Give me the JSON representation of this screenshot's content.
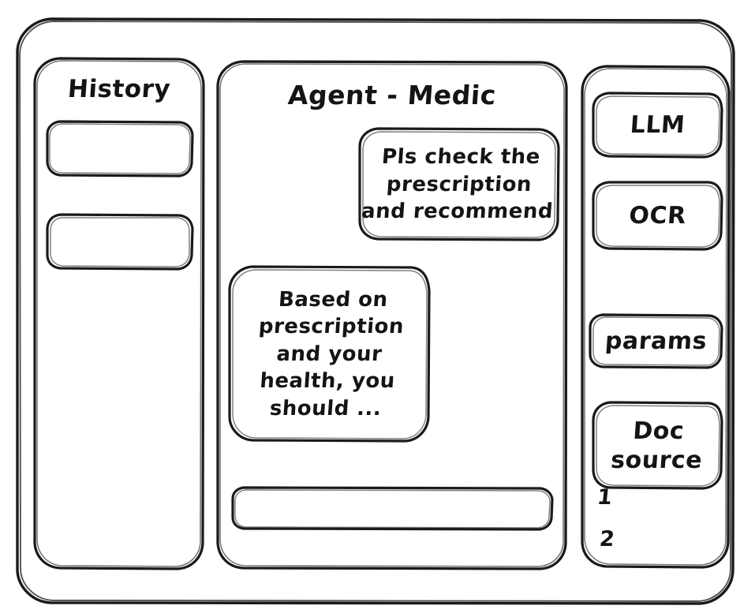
{
  "window": {
    "name": "wireframe-window"
  },
  "history_panel": {
    "title": "History",
    "items": [
      {
        "label": ""
      },
      {
        "label": ""
      }
    ]
  },
  "main_panel": {
    "title": "Agent - Medic",
    "messages": [
      {
        "role": "user",
        "lines": [
          "Pls check the",
          "prescription",
          "and recommend"
        ]
      },
      {
        "role": "agent",
        "lines": [
          "Based on",
          "prescription",
          "and your",
          "health, you",
          "should ..."
        ]
      }
    ],
    "composer": {
      "value": "",
      "placeholder": ""
    }
  },
  "tools_panel": {
    "buttons": [
      {
        "label": "LLM"
      },
      {
        "label": "OCR"
      },
      {
        "label": "params"
      }
    ],
    "doc_source": {
      "lines": [
        "Doc",
        "source"
      ],
      "items": [
        "1",
        "2"
      ]
    }
  },
  "colors": {
    "stroke": "#1a1a1a",
    "background": "#ffffff"
  }
}
